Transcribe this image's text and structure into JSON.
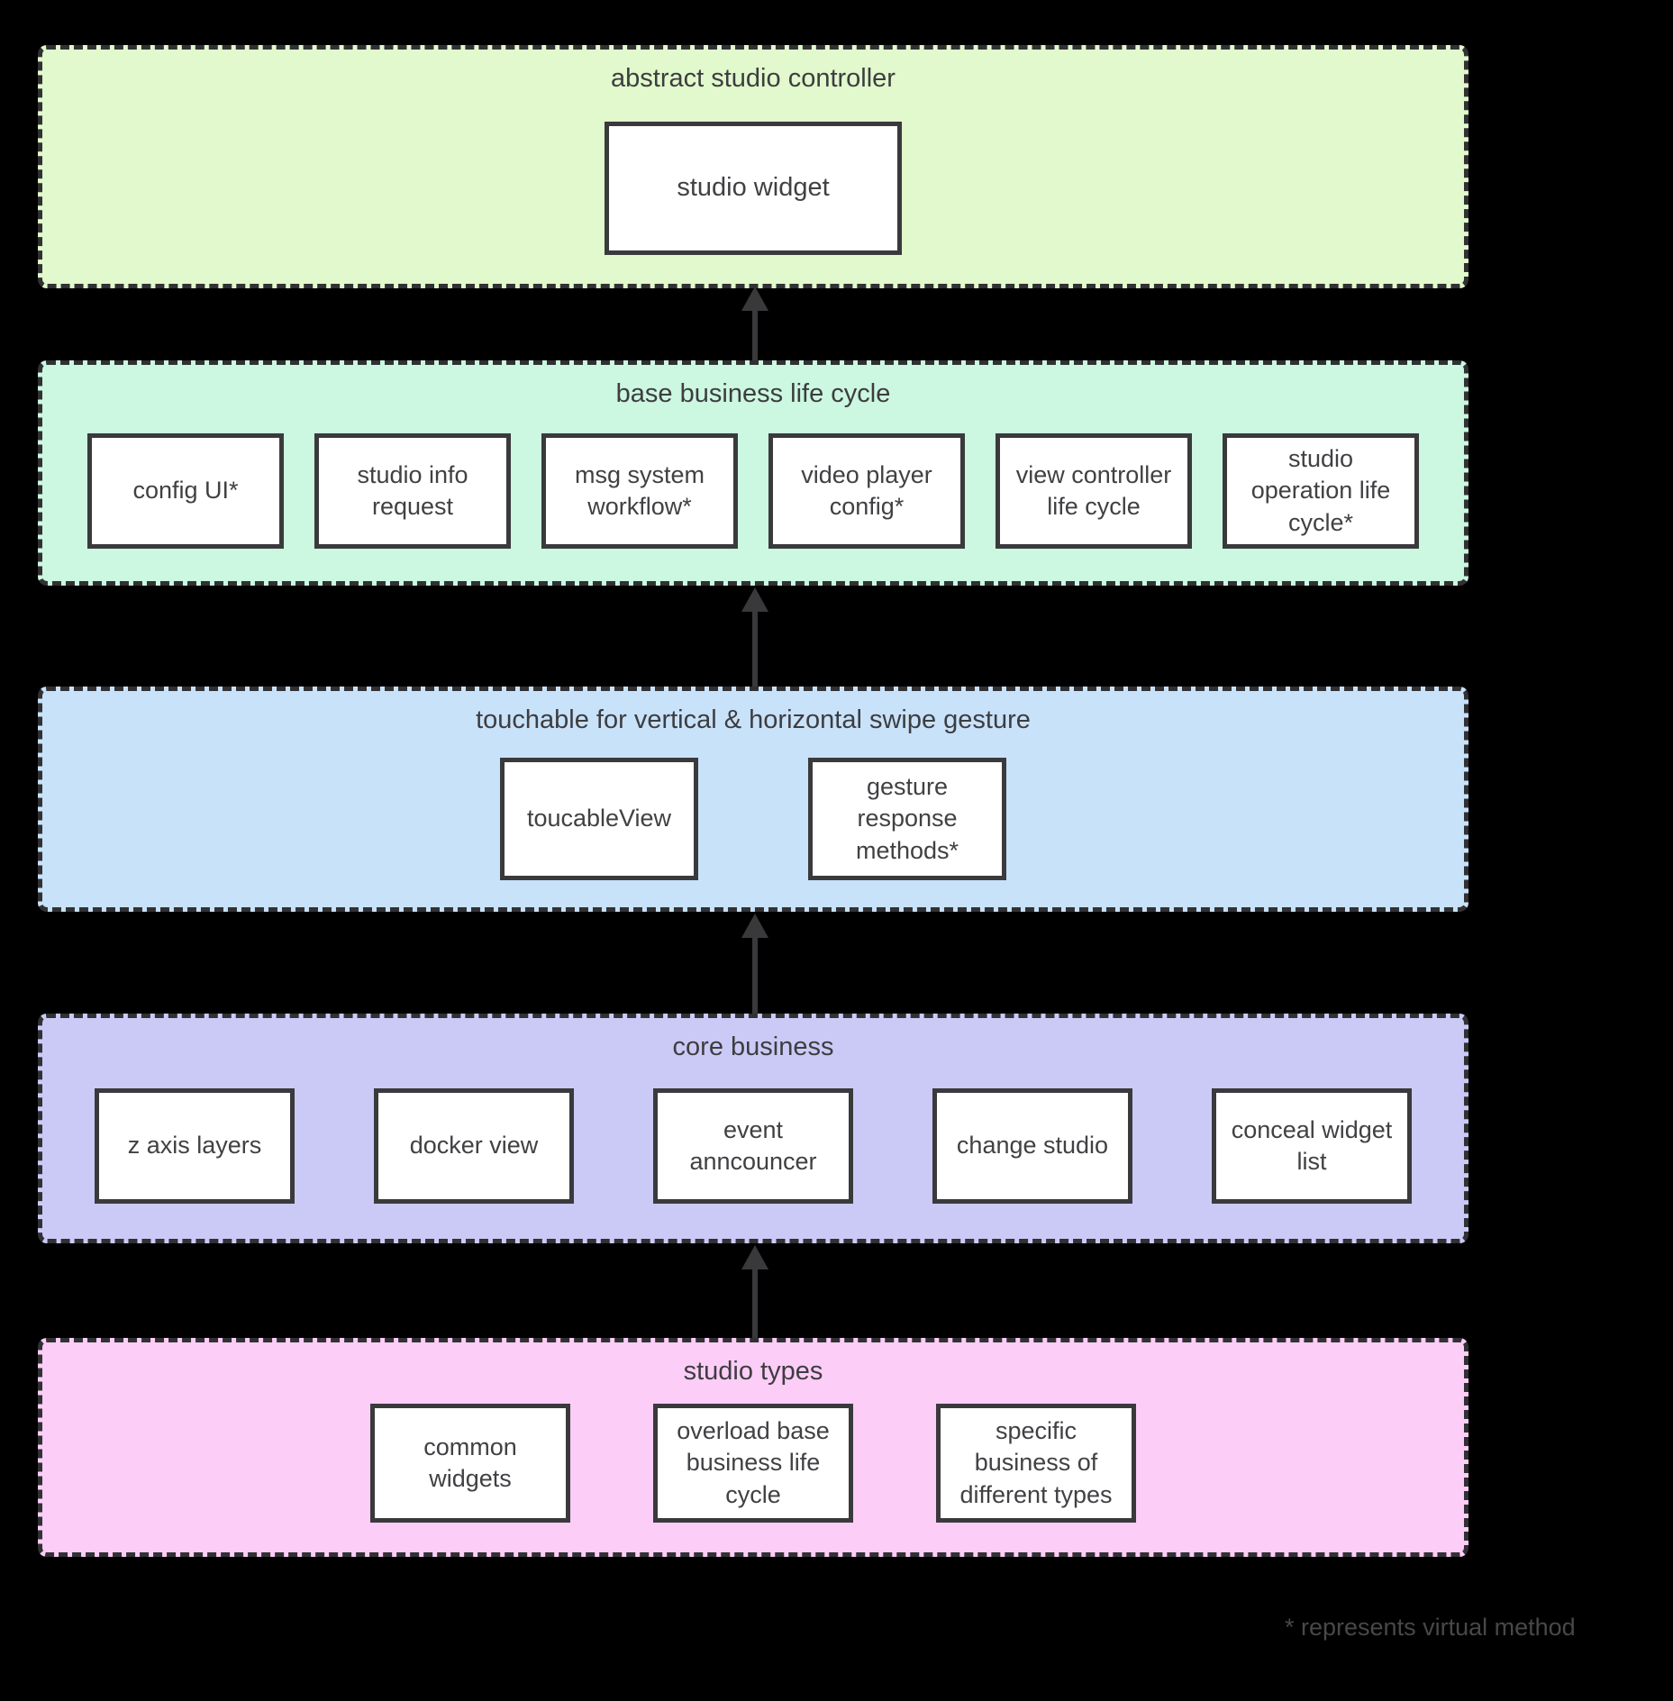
{
  "note": "* represents virtual method",
  "arrow_color": "#39393c",
  "background_color": "#000000",
  "layers": [
    {
      "title": "abstract studio controller",
      "color": "#e1f9cc",
      "boxes": [
        "studio widget"
      ]
    },
    {
      "title": "base business life cycle",
      "color": "#ccf7e0",
      "boxes": [
        "config UI*",
        "studio info request",
        "msg system workflow*",
        "video player config*",
        "view controller life cycle",
        "studio operation life cycle*"
      ]
    },
    {
      "title": "touchable for vertical & horizontal swipe gesture",
      "color": "#c8e2fa",
      "boxes": [
        "toucableView",
        "gesture response methods*"
      ]
    },
    {
      "title": "core business",
      "color": "#cbcaf7",
      "boxes": [
        "z axis layers",
        "docker view",
        "event anncouncer",
        "change studio",
        "conceal widget list"
      ]
    },
    {
      "title": "studio types",
      "color": "#fccdf7",
      "boxes": [
        "common widgets",
        "overload base business life cycle",
        "specific business of different types"
      ]
    }
  ]
}
